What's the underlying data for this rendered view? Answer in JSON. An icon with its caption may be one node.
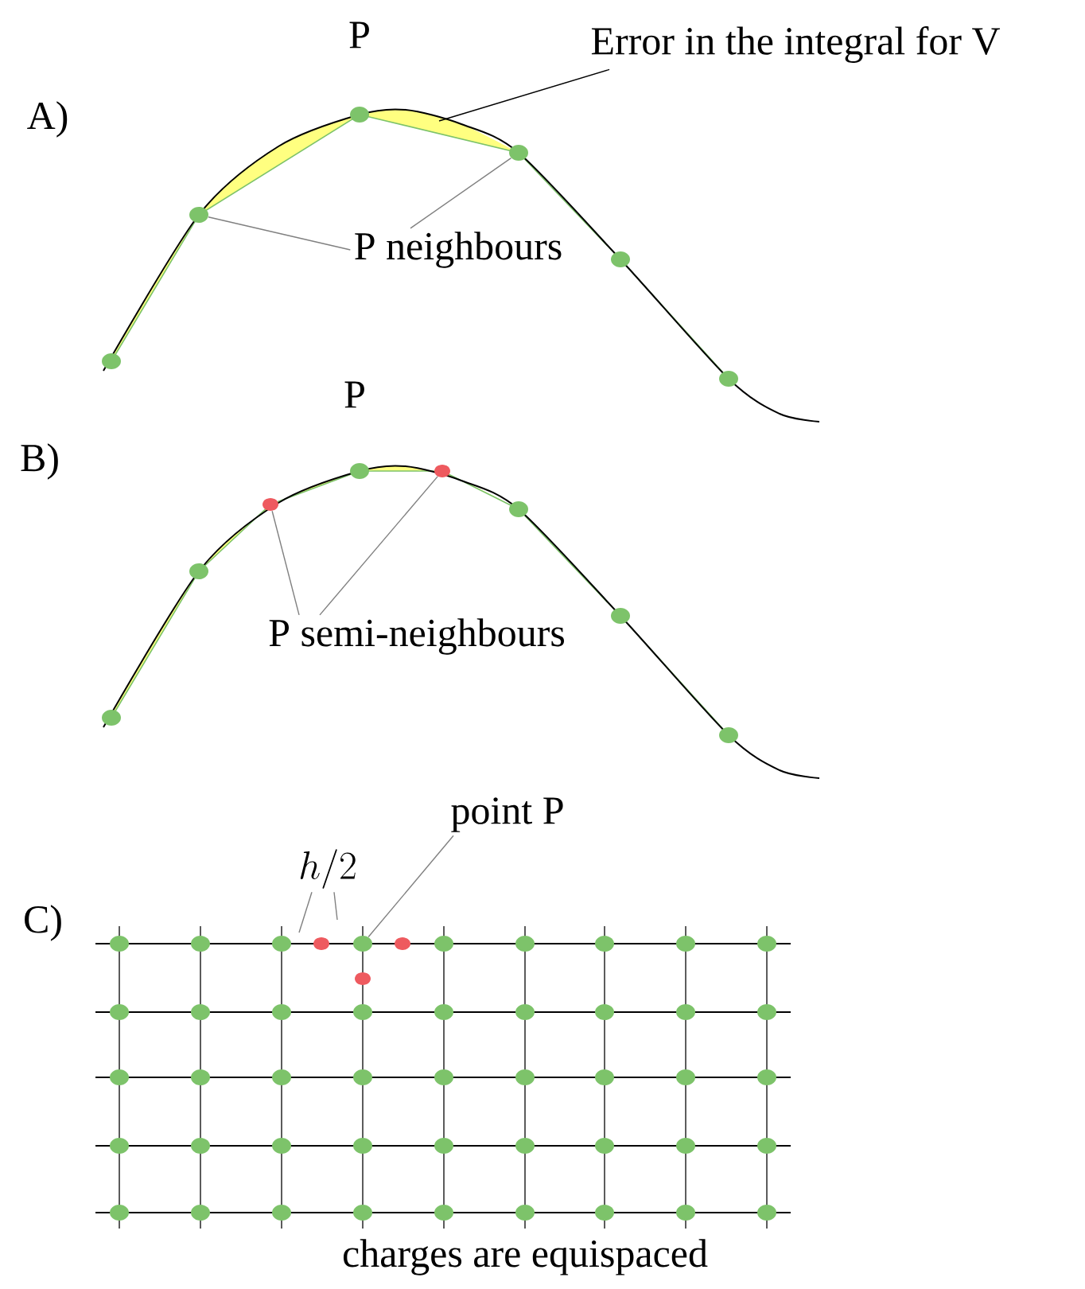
{
  "diagram": {
    "nodes": [
      {
        "text": [
          "Error in the integral for V"
        ]
      },
      {
        "text": [
          "P neighbours"
        ]
      },
      {
        "text": [],
        "shape": "circle"
      },
      {
        "text": [],
        "shape": "circle"
      },
      {
        "text": [
          "P semi-neighbours"
        ]
      },
      {
        "text": [],
        "shape": "circle"
      },
      {
        "text": [],
        "shape": "circle"
      },
      {
        "text": [
          "h/2"
        ]
      },
      {
        "text": [
          "point P"
        ]
      },
      {
        "text": [],
        "shape": "circle"
      }
    ],
    "edges": [
      {
        "from": 0,
        "to": null,
        "arrow": "none",
        "color": "#000000"
      },
      {
        "from": 1,
        "to": 2,
        "arrow": "none"
      },
      {
        "from": 1,
        "to": 3,
        "arrow": "none"
      },
      {
        "from": 4,
        "to": 5,
        "arrow": "none"
      },
      {
        "from": 4,
        "to": 6,
        "arrow": "none"
      },
      {
        "from": 7,
        "to": null,
        "arrow": "none"
      },
      {
        "from": 7,
        "to": null,
        "arrow": "none"
      },
      {
        "from": 8,
        "to": 9,
        "arrow": "none"
      }
    ],
    "labels": [
      "P",
      "A)",
      "P",
      "B)",
      "C)",
      "charges are equispaced"
    ]
  }
}
